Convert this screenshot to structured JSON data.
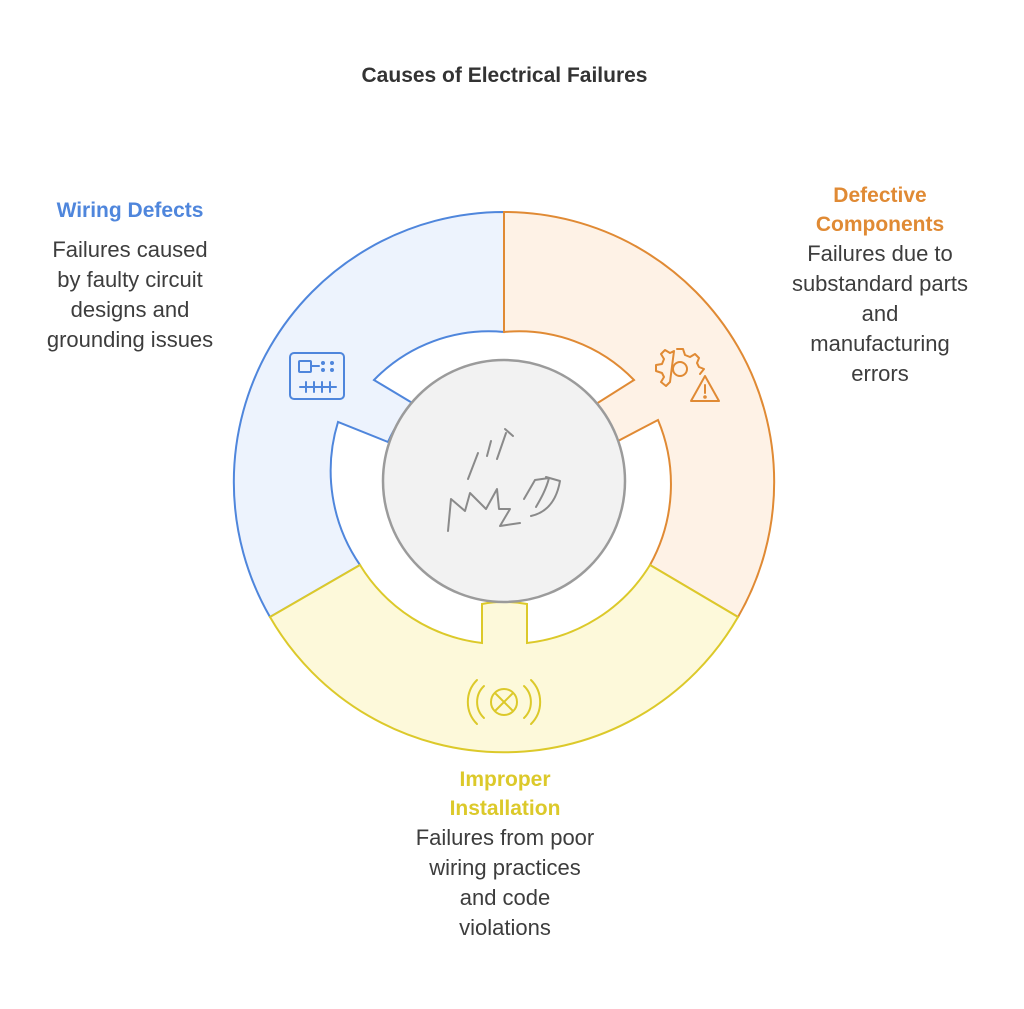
{
  "title": "Causes of Electrical Failures",
  "colors": {
    "wiring": "#4f86dc",
    "wiring_fill": "#edf3fd",
    "defective": "#e08a34",
    "defective_fill": "#fef2e6",
    "installation": "#dcc92a",
    "installation_fill": "#fdf9da",
    "center": "#9b9b9b",
    "center_fill": "#f2f2f2"
  },
  "segments": [
    {
      "id": "wiring",
      "title": "Wiring Defects",
      "description": [
        "Failures caused",
        "by faulty circuit",
        "designs and",
        "grounding issues"
      ],
      "icon": "circuit-board-icon"
    },
    {
      "id": "defective",
      "title": [
        "Defective",
        "Components"
      ],
      "description": [
        "Failures due to",
        "substandard parts",
        "and",
        "manufacturing",
        "errors"
      ],
      "icon": "gear-warning-icon"
    },
    {
      "id": "installation",
      "title": [
        "Improper",
        "Installation"
      ],
      "description": [
        "Failures from poor",
        "wiring practices",
        "and code",
        "violations"
      ],
      "icon": "signal-cross-icon"
    }
  ],
  "center_icon": "electric-spark-icon"
}
